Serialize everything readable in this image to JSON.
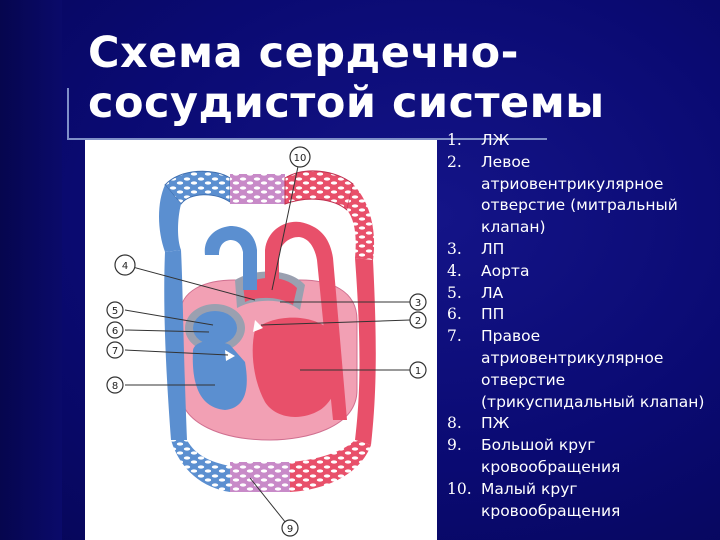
{
  "slide": {
    "title_line1": "Схема сердечно-",
    "title_line2": "сосудистой системы"
  },
  "diagram": {
    "callouts": [
      "1",
      "2",
      "3",
      "4",
      "5",
      "6",
      "7",
      "8",
      "9",
      "10"
    ],
    "colors": {
      "arterial": "#e8506a",
      "venous": "#5b8fd0",
      "mixed": "#c88ac8",
      "myocardium": "#f2a0b4",
      "pericardium": "#a8a8b0"
    }
  },
  "legend": [
    {
      "num": "1.",
      "text": "ЛЖ"
    },
    {
      "num": "2.",
      "text": "Левое атриовентрикулярное отверстие (митральный клапан)"
    },
    {
      "num": "3.",
      "text": "ЛП"
    },
    {
      "num": "4.",
      "text": "Аорта"
    },
    {
      "num": "5.",
      "text": "ЛА"
    },
    {
      "num": "6.",
      "text": "ПП"
    },
    {
      "num": "7.",
      "text": "Правое атриовентрикулярное отверстие (трикуспидальный клапан)"
    },
    {
      "num": "8.",
      "text": "ПЖ"
    },
    {
      "num": "9.",
      "text": "Большой круг кровообращения"
    },
    {
      "num": "10.",
      "text": "Малый круг кровообращения"
    }
  ]
}
